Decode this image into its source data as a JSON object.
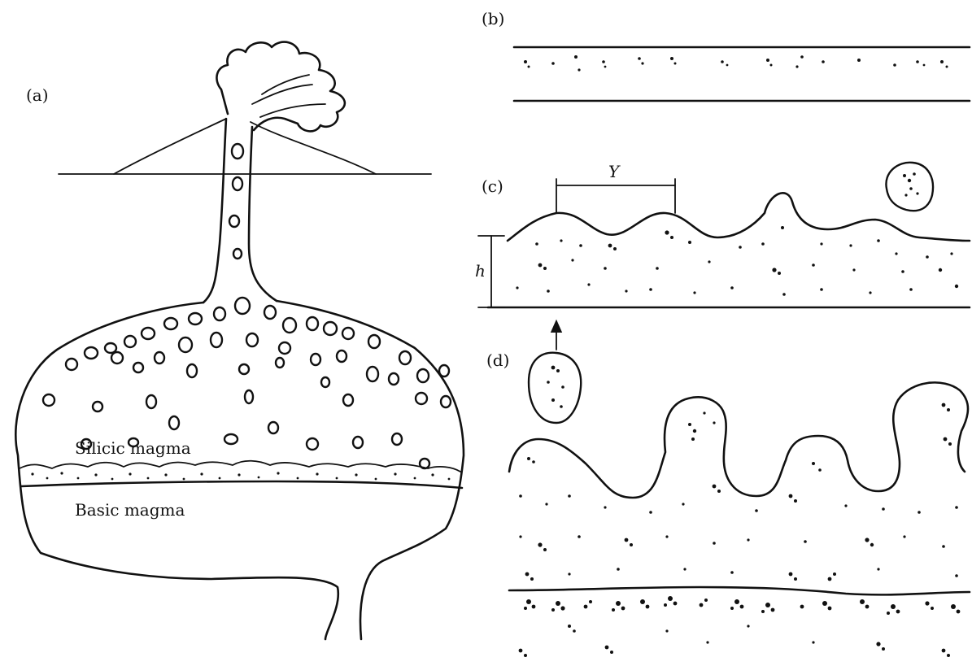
{
  "panels": {
    "a": {
      "label": "(a)",
      "upper_layer": "Silicic magma",
      "lower_layer": "Basic magma"
    },
    "b": {
      "label": "(b)"
    },
    "c": {
      "label": "(c)",
      "wavelength_label": "Y",
      "thickness_label": "h"
    },
    "d": {
      "label": "(d)"
    }
  },
  "colors": {
    "ink": "#111111",
    "paper": "#ffffff"
  }
}
